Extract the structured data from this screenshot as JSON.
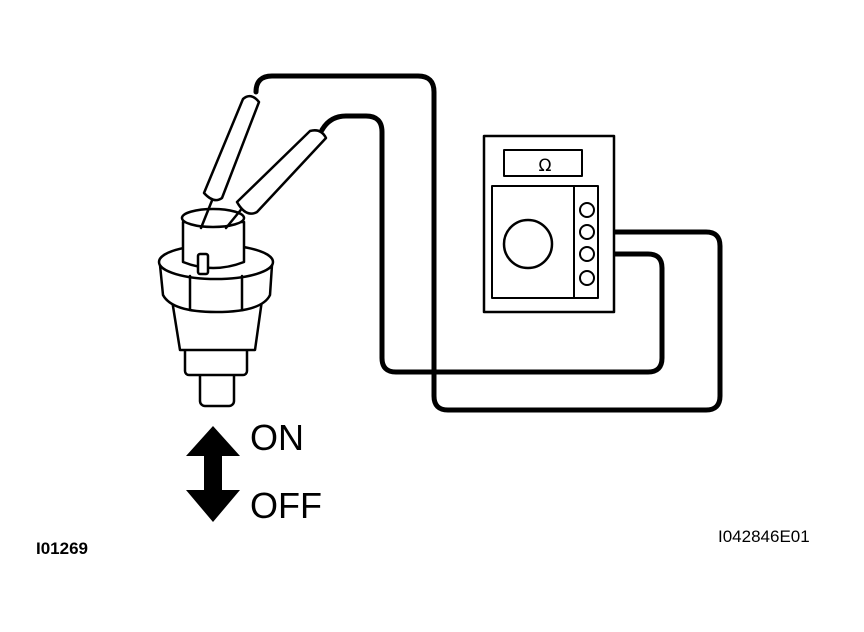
{
  "meter": {
    "display_symbol": "Ω"
  },
  "switch_states": {
    "on_label": "ON",
    "off_label": "OFF"
  },
  "figure_codes": {
    "left": "I01269",
    "right": "I042846E01"
  },
  "colors": {
    "ink": "#000000",
    "paper": "#ffffff"
  }
}
